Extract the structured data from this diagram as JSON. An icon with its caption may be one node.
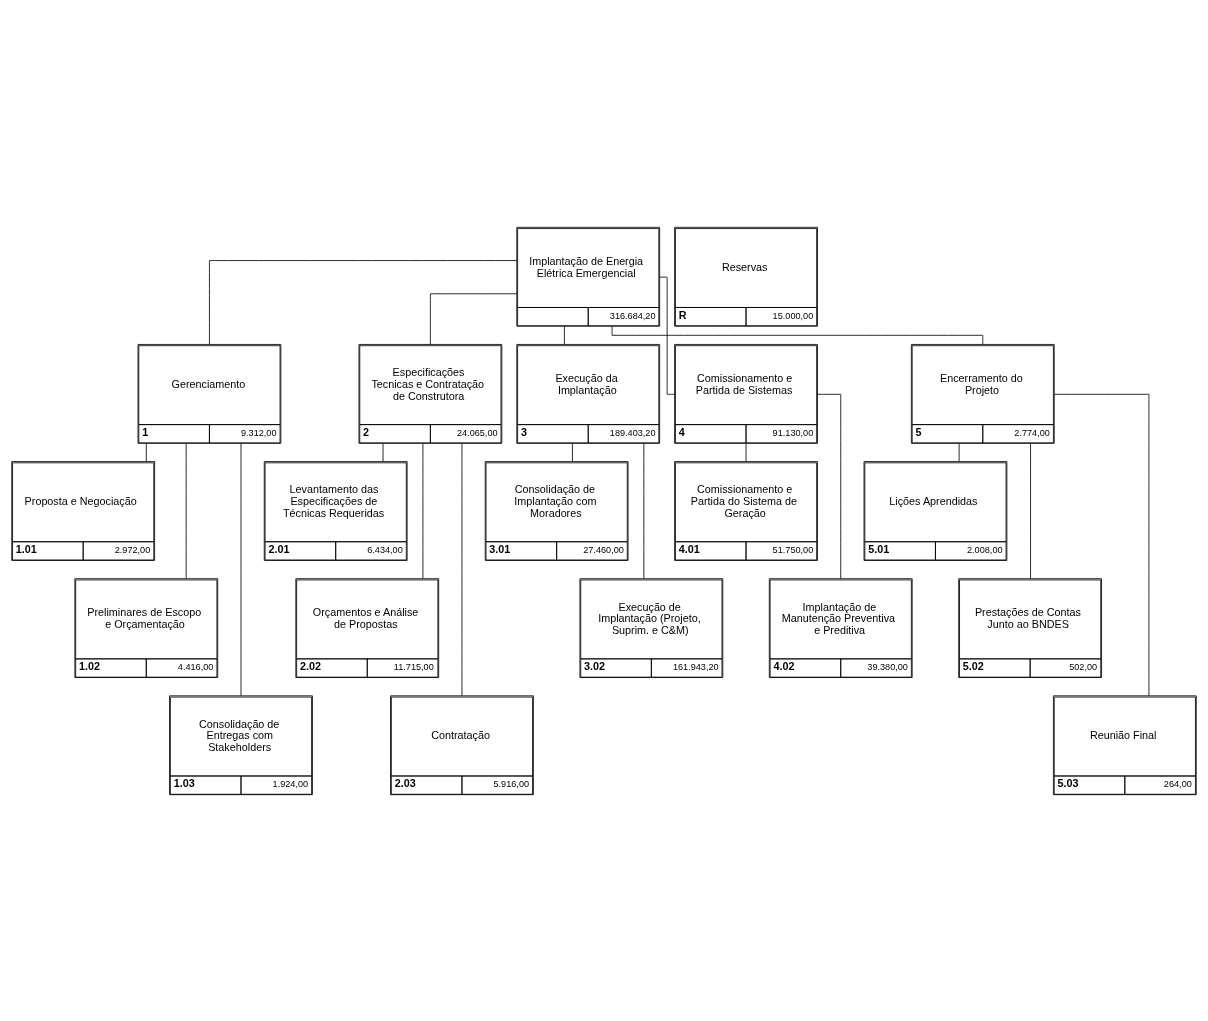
{
  "diagram": {
    "nodes": [
      {
        "text": [
          "Implantação de Energia Elétrica Emergencial",
          "316.684,20"
        ]
      },
      {
        "text": [
          "Gerenciamento",
          "1",
          "9.312,00"
        ]
      },
      {
        "text": [
          "Especificações Tecnicas e Contratação de Construtora",
          "2",
          "24.065,00"
        ]
      },
      {
        "text": [
          "Execução da Implantação",
          "3",
          "189.403,20"
        ]
      },
      {
        "text": [
          "Comissionamento e Partida de Sistemas",
          "4",
          "91.130,00"
        ]
      },
      {
        "text": [
          "Encerramento do Projeto",
          "5",
          "2.774,00"
        ]
      },
      {
        "text": [
          "Proposta e Negociação",
          "1.01",
          "2.972,00"
        ]
      },
      {
        "text": [
          "Levantamento das Especificações de Técnicas Requeridas",
          "2.01",
          "6.434,00"
        ]
      },
      {
        "text": [
          "Consolidação de Implantação com Moradores",
          "3.01",
          "27.460,00"
        ]
      },
      {
        "text": [
          "Comissionamento e Partida do Sistema de Geração",
          "4.01",
          "51.750,00"
        ]
      },
      {
        "text": [
          "Lições Aprendidas",
          "5.01",
          "2.008,00"
        ]
      },
      {
        "text": [
          "Preliminares de Escopo e Orçamentação",
          "1.02",
          "4.416,00"
        ]
      },
      {
        "text": [
          "Orçamentos e Análise de Propostas",
          "2.02",
          "11.715,00"
        ]
      },
      {
        "text": [
          "Execução de Implantação (Projeto, Suprim. e C&M)",
          "3.02",
          "161.943,20"
        ]
      },
      {
        "text": [
          "Implantação de Manutenção Preventiva e Preditiva",
          "4.02",
          "39.380,00"
        ]
      },
      {
        "text": [
          "Prestações de Contas Junto ao BNDES",
          "5.02",
          "502,00"
        ]
      },
      {
        "text": [
          "Consolidação de Entregas com Stakeholders",
          "1.03",
          "1.924,00"
        ]
      },
      {
        "text": [
          "Contratação",
          "2.03",
          "5.916,00"
        ]
      },
      {
        "text": [
          "Reunião Final",
          "5.03",
          "264,00"
        ]
      },
      {
        "text": [
          "Reservas",
          "R",
          "15.000,00"
        ]
      }
    ],
    "edges": [
      {
        "from": 0,
        "to": 1,
        "arrow": "none"
      },
      {
        "from": 0,
        "to": 2,
        "arrow": "none"
      },
      {
        "from": 0,
        "to": 3,
        "arrow": "none"
      },
      {
        "from": 0,
        "to": 4,
        "arrow": "none"
      },
      {
        "from": 0,
        "to": 5,
        "arrow": "none"
      },
      {
        "from": 1,
        "to": 6,
        "arrow": "none"
      },
      {
        "from": 1,
        "to": 11,
        "arrow": "none"
      },
      {
        "from": 1,
        "to": 16,
        "arrow": "none"
      },
      {
        "from": 2,
        "to": 7,
        "arrow": "none"
      },
      {
        "from": 2,
        "to": 12,
        "arrow": "none"
      },
      {
        "from": 2,
        "to": 17,
        "arrow": "none"
      },
      {
        "from": 3,
        "to": 8,
        "arrow": "none"
      },
      {
        "from": 3,
        "to": 13,
        "arrow": "none"
      },
      {
        "from": 4,
        "to": 9,
        "arrow": "none"
      },
      {
        "from": 4,
        "to": 14,
        "arrow": "none"
      },
      {
        "from": 5,
        "to": 10,
        "arrow": "none"
      },
      {
        "from": 5,
        "to": 15,
        "arrow": "none"
      },
      {
        "from": 5,
        "to": 18,
        "arrow": "none"
      }
    ]
  }
}
